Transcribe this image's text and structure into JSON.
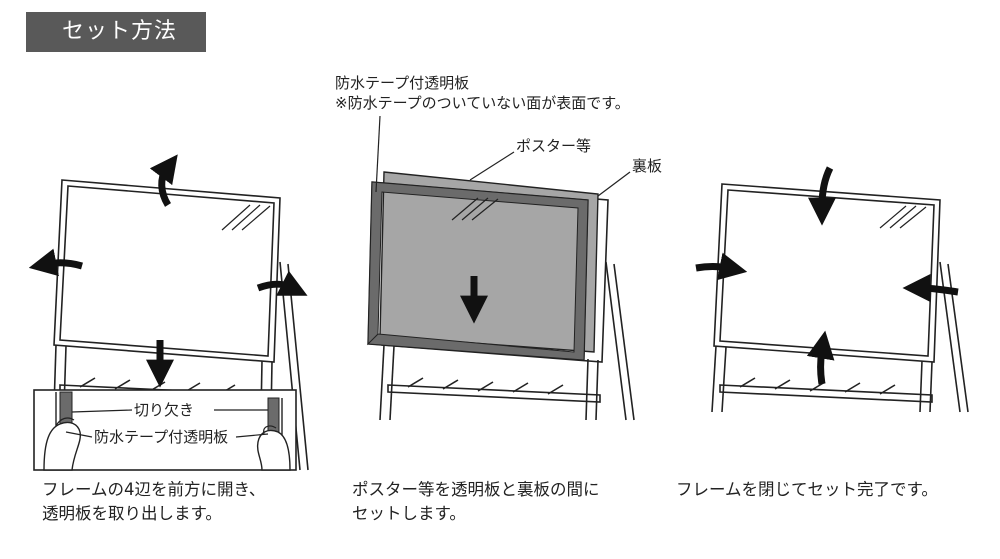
{
  "header": {
    "title": "セット方法"
  },
  "step1": {
    "label_notch": "切り欠き",
    "label_sheet": "防水テープ付透明板",
    "caption_line1": "フレームの4辺を前方に開き、",
    "caption_line2": "透明板を取り出します。"
  },
  "step2": {
    "label_sheet_line1": "防水テープ付透明板",
    "label_sheet_line2": "※防水テープのついていない面が表面です。",
    "label_poster": "ポスター等",
    "label_backboard": "裏板",
    "caption_line1": "ポスター等を透明板と裏板の間に",
    "caption_line2": "セットします。"
  },
  "step3": {
    "caption_line1": "フレームを閉じてセット完了です。"
  },
  "colors": {
    "header_bg": "#595959",
    "poster_fill": "#a6a6a6",
    "tape": "#6b6b6b",
    "line": "#222222"
  }
}
